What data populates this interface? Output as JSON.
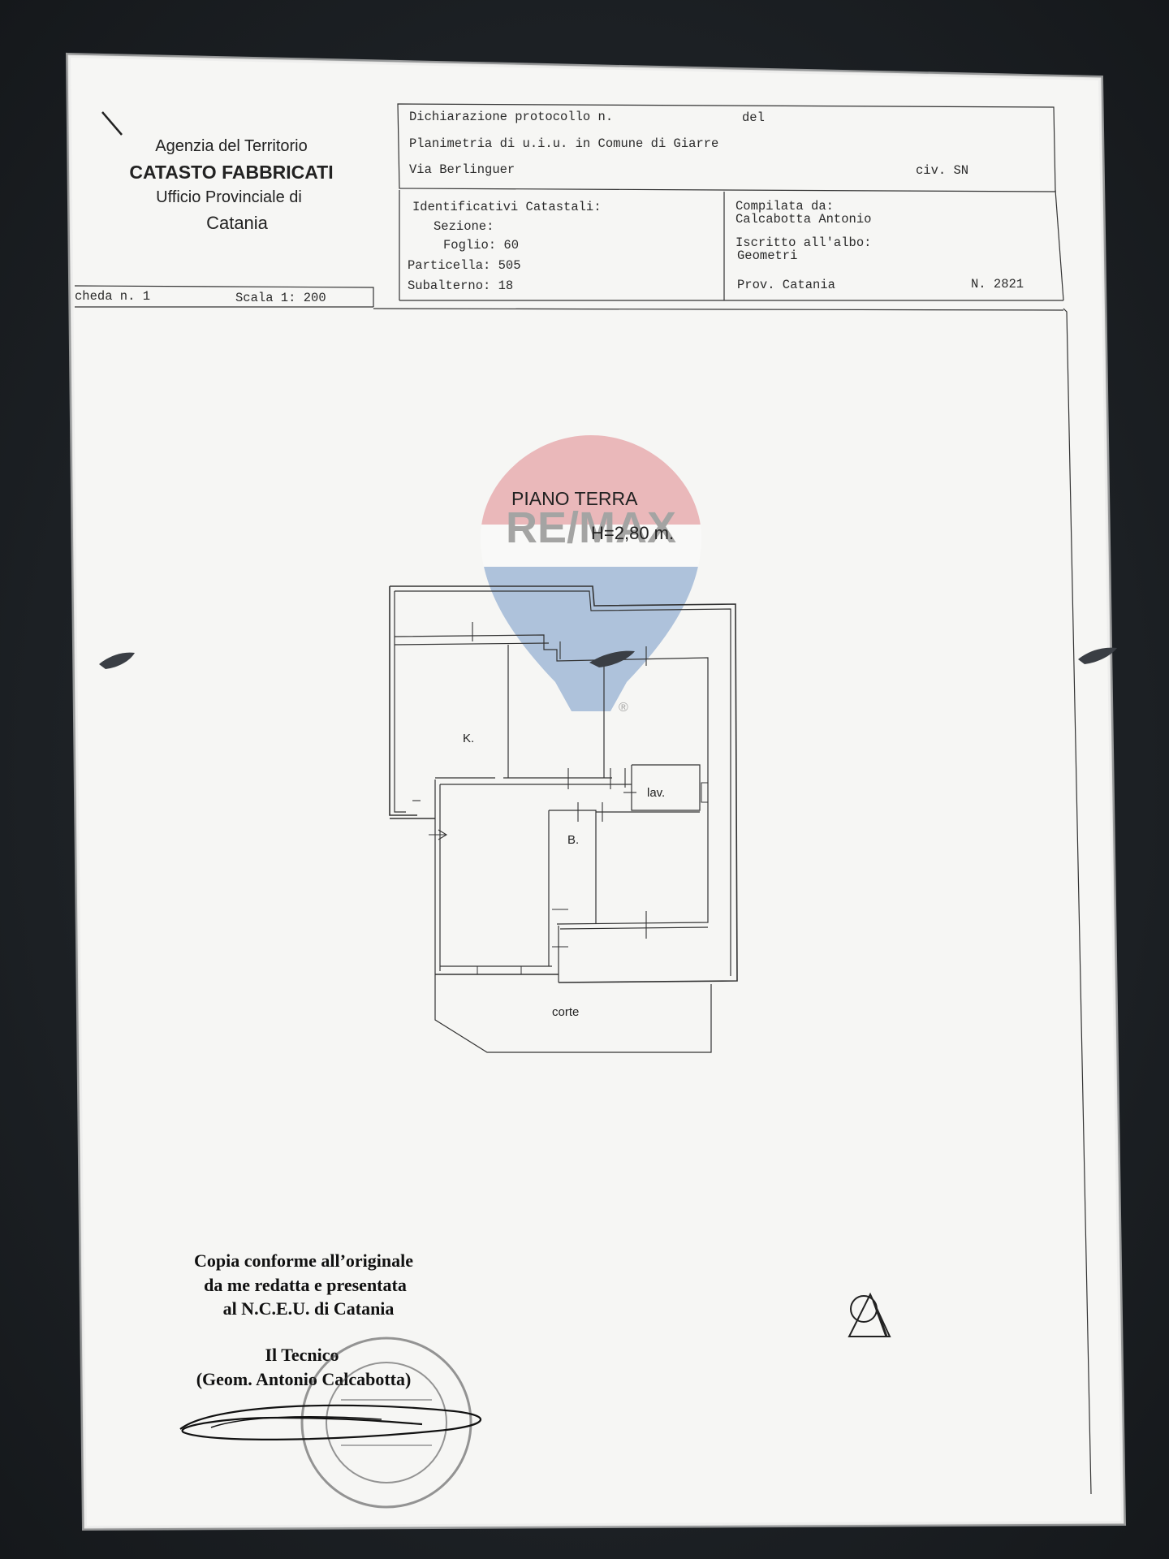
{
  "header": {
    "agency_line1": "Agenzia del Territorio",
    "agency_line2": "CATASTO FABBRICATI",
    "agency_line3": "Ufficio Provinciale di",
    "agency_line4": "Catania",
    "scheda": "cheda n. 1",
    "scala": "Scala 1: 200",
    "dichiarazione": "Dichiarazione protocollo n.",
    "del": "del",
    "planimetria": "Planimetria di u.i.u. in Comune di Giarre",
    "via": "Via Berlinguer",
    "civ": "civ. SN",
    "identificativi_title": "Identificativi Catastali:",
    "sezione": "Sezione:",
    "foglio": "Foglio: 60",
    "particella": "Particella: 505",
    "subalterno": "Subalterno: 18",
    "compilata_title": "Compilata da:",
    "compilata_name": "Calcabotta Antonio",
    "iscritto_title": "Iscritto all'albo:",
    "iscritto_value": "Geometri",
    "prov": "Prov. Catania",
    "numero": "N.  2821"
  },
  "plan": {
    "floor_title": "PIANO TERRA",
    "height": "H=2,80 m.",
    "room_kitchen": "K.",
    "room_laundry": "lav.",
    "room_bath": "B.",
    "courtyard": "corte"
  },
  "watermark": {
    "brand": "RE/MAX",
    "registered": "®"
  },
  "footer": {
    "copy_line1": "Copia conforme all’originale",
    "copy_line2": "da me redatta e presentata",
    "copy_line3": "al N.C.E.U. di Catania",
    "tecnico_line1": "Il Tecnico",
    "tecnico_line2": "(Geom. Antonio Calcabotta)"
  },
  "colors": {
    "paper": "#f7f7f5",
    "watermark_red": "#d9555f",
    "watermark_blue": "#3a6fb5",
    "background": "#1c2024"
  }
}
